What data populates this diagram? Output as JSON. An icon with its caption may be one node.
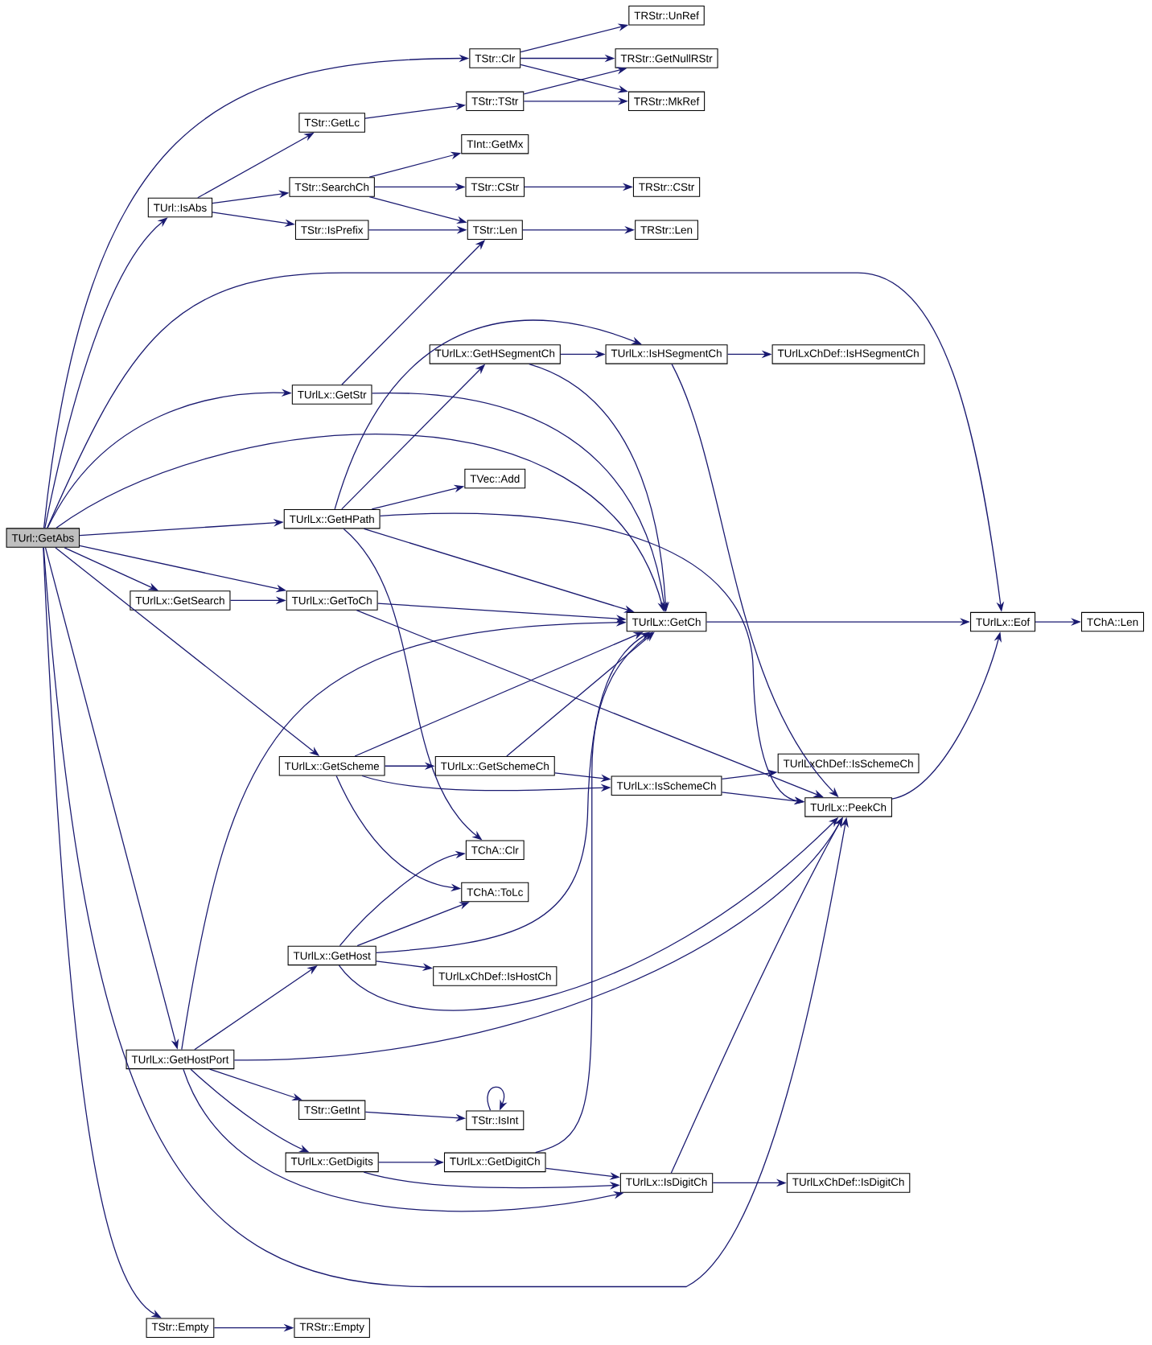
{
  "diagram": {
    "nodes": [
      {
        "text": [
          "TUrl::GetAbs"
        ]
      },
      {
        "text": [
          "TStr::Clr"
        ]
      },
      {
        "text": [
          "TRStr::UnRef"
        ]
      },
      {
        "text": [
          "TRStr::GetNullRStr"
        ]
      },
      {
        "text": [
          "TRStr::MkRef"
        ]
      },
      {
        "text": [
          "TStr::GetLc"
        ]
      },
      {
        "text": [
          "TStr::TStr"
        ]
      },
      {
        "text": [
          "TInt::GetMx"
        ]
      },
      {
        "text": [
          "TUrl::IsAbs"
        ]
      },
      {
        "text": [
          "TStr::SearchCh"
        ]
      },
      {
        "text": [
          "TStr::CStr"
        ]
      },
      {
        "text": [
          "TRStr::CStr"
        ]
      },
      {
        "text": [
          "TStr::IsPrefix"
        ]
      },
      {
        "text": [
          "TStr::Len"
        ]
      },
      {
        "text": [
          "TRStr::Len"
        ]
      },
      {
        "text": [
          "TUrlLx::GetHSegmentCh"
        ]
      },
      {
        "text": [
          "TUrlLx::IsHSegmentCh"
        ]
      },
      {
        "text": [
          "TUrlLxChDef::IsHSegmentCh"
        ]
      },
      {
        "text": [
          "TUrlLx::GetStr"
        ]
      },
      {
        "text": [
          "TVec::Add"
        ]
      },
      {
        "text": [
          "TUrlLx::GetHPath"
        ]
      },
      {
        "text": [
          "TUrlLx::GetSearch"
        ]
      },
      {
        "text": [
          "TUrlLx::GetToCh"
        ]
      },
      {
        "text": [
          "TUrlLx::GetCh"
        ]
      },
      {
        "text": [
          "TUrlLx::Eof"
        ]
      },
      {
        "text": [
          "TChA::Len"
        ]
      },
      {
        "text": [
          "TUrlLx::GetScheme"
        ]
      },
      {
        "text": [
          "TUrlLx::GetSchemeCh"
        ]
      },
      {
        "text": [
          "TUrlLxChDef::IsSchemeCh"
        ]
      },
      {
        "text": [
          "TUrlLx::IsSchemeCh"
        ]
      },
      {
        "text": [
          "TUrlLx::PeekCh"
        ]
      },
      {
        "text": [
          "TChA::Clr"
        ]
      },
      {
        "text": [
          "TChA::ToLc"
        ]
      },
      {
        "text": [
          "TUrlLx::GetHost"
        ]
      },
      {
        "text": [
          "TUrlLxChDef::IsHostCh"
        ]
      },
      {
        "text": [
          "TUrlLx::GetHostPort"
        ]
      },
      {
        "text": [
          "TStr::GetInt"
        ]
      },
      {
        "text": [
          "TStr::IsInt"
        ]
      },
      {
        "text": [
          "TUrlLx::GetDigits"
        ]
      },
      {
        "text": [
          "TUrlLx::GetDigitCh"
        ]
      },
      {
        "text": [
          "TUrlLx::IsDigitCh"
        ]
      },
      {
        "text": [
          "TUrlLxChDef::IsDigitCh"
        ]
      },
      {
        "text": [
          "TStr::Empty"
        ]
      },
      {
        "text": [
          "TRStr::Empty"
        ]
      }
    ],
    "edges": [
      {
        "from": 0,
        "to": 1,
        "arrow": "to"
      },
      {
        "from": 0,
        "to": 8,
        "arrow": "to"
      },
      {
        "from": 0,
        "to": 24,
        "arrow": "to"
      },
      {
        "from": 0,
        "to": 18,
        "arrow": "to"
      },
      {
        "from": 0,
        "to": 23,
        "arrow": "to"
      },
      {
        "from": 0,
        "to": 20,
        "arrow": "to"
      },
      {
        "from": 0,
        "to": 22,
        "arrow": "to"
      },
      {
        "from": 0,
        "to": 21,
        "arrow": "to"
      },
      {
        "from": 0,
        "to": 26,
        "arrow": "to"
      },
      {
        "from": 0,
        "to": 35,
        "arrow": "to"
      },
      {
        "from": 0,
        "to": 30,
        "arrow": "to"
      },
      {
        "from": 0,
        "to": 42,
        "arrow": "to"
      },
      {
        "from": 1,
        "to": 2,
        "arrow": "to"
      },
      {
        "from": 1,
        "to": 3,
        "arrow": "to"
      },
      {
        "from": 1,
        "to": 4,
        "arrow": "to"
      },
      {
        "from": 6,
        "to": 3,
        "arrow": "to"
      },
      {
        "from": 6,
        "to": 4,
        "arrow": "to"
      },
      {
        "from": 5,
        "to": 6,
        "arrow": "to"
      },
      {
        "from": 8,
        "to": 5,
        "arrow": "to"
      },
      {
        "from": 8,
        "to": 9,
        "arrow": "to"
      },
      {
        "from": 8,
        "to": 12,
        "arrow": "to"
      },
      {
        "from": 9,
        "to": 7,
        "arrow": "to"
      },
      {
        "from": 9,
        "to": 10,
        "arrow": "to"
      },
      {
        "from": 9,
        "to": 13,
        "arrow": "to"
      },
      {
        "from": 12,
        "to": 13,
        "arrow": "to"
      },
      {
        "from": 10,
        "to": 11,
        "arrow": "to"
      },
      {
        "from": 13,
        "to": 14,
        "arrow": "to"
      },
      {
        "from": 18,
        "to": 13,
        "arrow": "to"
      },
      {
        "from": 18,
        "to": 23,
        "arrow": "to"
      },
      {
        "from": 15,
        "to": 16,
        "arrow": "to"
      },
      {
        "from": 15,
        "to": 23,
        "arrow": "to"
      },
      {
        "from": 16,
        "to": 17,
        "arrow": "to"
      },
      {
        "from": 16,
        "to": 30,
        "arrow": "to"
      },
      {
        "from": 20,
        "to": 16,
        "arrow": "to"
      },
      {
        "from": 20,
        "to": 15,
        "arrow": "to"
      },
      {
        "from": 20,
        "to": 19,
        "arrow": "to"
      },
      {
        "from": 20,
        "to": 30,
        "arrow": "to"
      },
      {
        "from": 20,
        "to": 23,
        "arrow": "to"
      },
      {
        "from": 20,
        "to": 31,
        "arrow": "to"
      },
      {
        "from": 21,
        "to": 22,
        "arrow": "to"
      },
      {
        "from": 22,
        "to": 23,
        "arrow": "to"
      },
      {
        "from": 22,
        "to": 30,
        "arrow": "to"
      },
      {
        "from": 23,
        "to": 24,
        "arrow": "to"
      },
      {
        "from": 24,
        "to": 25,
        "arrow": "to"
      },
      {
        "from": 26,
        "to": 23,
        "arrow": "to"
      },
      {
        "from": 26,
        "to": 27,
        "arrow": "to"
      },
      {
        "from": 26,
        "to": 29,
        "arrow": "to"
      },
      {
        "from": 26,
        "to": 32,
        "arrow": "to"
      },
      {
        "from": 27,
        "to": 23,
        "arrow": "to"
      },
      {
        "from": 27,
        "to": 29,
        "arrow": "to"
      },
      {
        "from": 29,
        "to": 28,
        "arrow": "to"
      },
      {
        "from": 29,
        "to": 30,
        "arrow": "to"
      },
      {
        "from": 30,
        "to": 24,
        "arrow": "to"
      },
      {
        "from": 33,
        "to": 31,
        "arrow": "to"
      },
      {
        "from": 33,
        "to": 32,
        "arrow": "to"
      },
      {
        "from": 33,
        "to": 23,
        "arrow": "to"
      },
      {
        "from": 33,
        "to": 34,
        "arrow": "to"
      },
      {
        "from": 33,
        "to": 30,
        "arrow": "to"
      },
      {
        "from": 35,
        "to": 23,
        "arrow": "to"
      },
      {
        "from": 35,
        "to": 33,
        "arrow": "to"
      },
      {
        "from": 35,
        "to": 30,
        "arrow": "to"
      },
      {
        "from": 35,
        "to": 36,
        "arrow": "to"
      },
      {
        "from": 35,
        "to": 38,
        "arrow": "to"
      },
      {
        "from": 35,
        "to": 40,
        "arrow": "to"
      },
      {
        "from": 36,
        "to": 37,
        "arrow": "to"
      },
      {
        "from": 37,
        "to": 37,
        "arrow": "to"
      },
      {
        "from": 38,
        "to": 39,
        "arrow": "to"
      },
      {
        "from": 38,
        "to": 40,
        "arrow": "to"
      },
      {
        "from": 39,
        "to": 23,
        "arrow": "to"
      },
      {
        "from": 39,
        "to": 40,
        "arrow": "to"
      },
      {
        "from": 40,
        "to": 41,
        "arrow": "to"
      },
      {
        "from": 40,
        "to": 30,
        "arrow": "to"
      },
      {
        "from": 42,
        "to": 43,
        "arrow": "to"
      }
    ]
  }
}
